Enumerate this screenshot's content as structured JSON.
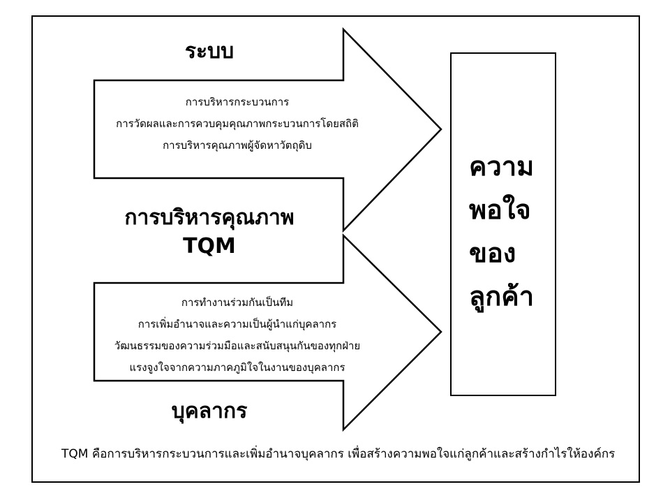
{
  "top_label": "ระบบ",
  "system_items": [
    "การบริหารกระบวนการ",
    "การวัดผลและการควบคุมคุณภาพกระบวนการโดยสถิติ",
    "การบริหารคุณภาพผู้จัดหาวัตถุดิบ"
  ],
  "center_label": "การบริหารคุณภาพ",
  "center_sub": "TQM",
  "people_items": [
    "การทำงานร่วมกันเป็นทีม",
    "การเพิ่มอำนาจและความเป็นผู้นำแก่บุคลากร",
    "วัฒนธรรมของความร่วมมือและสนับสนุนกันของทุกฝ่าย",
    "แรงจูงใจจากความภาคภูมิใจในงานของบุคลากร"
  ],
  "bottom_label": "บุคลากร",
  "result_lines": [
    "ความ",
    "พอใจ",
    "ของ",
    "ลูกค้า"
  ],
  "footer": "TQM คือการบริหารกระบวนการและเพิ่มอำนาจบุคลากร เพื่อสร้างความพอใจแก่ลูกค้าและสร้างกำไรให้องค์กร"
}
